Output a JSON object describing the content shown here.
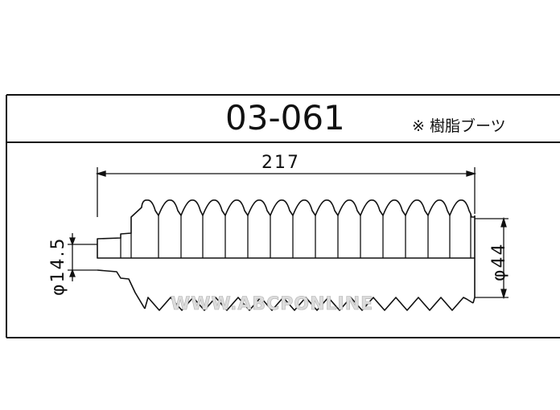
{
  "header": {
    "part_number": "03-061",
    "note": "※ 樹脂ブーツ"
  },
  "dimensions": {
    "length": "217",
    "small_diameter": "φ14.5",
    "large_diameter": "φ44"
  },
  "watermark": "WWW.ABCPONLINE",
  "colors": {
    "line": "#111111",
    "watermark": "#dcdcdc"
  }
}
